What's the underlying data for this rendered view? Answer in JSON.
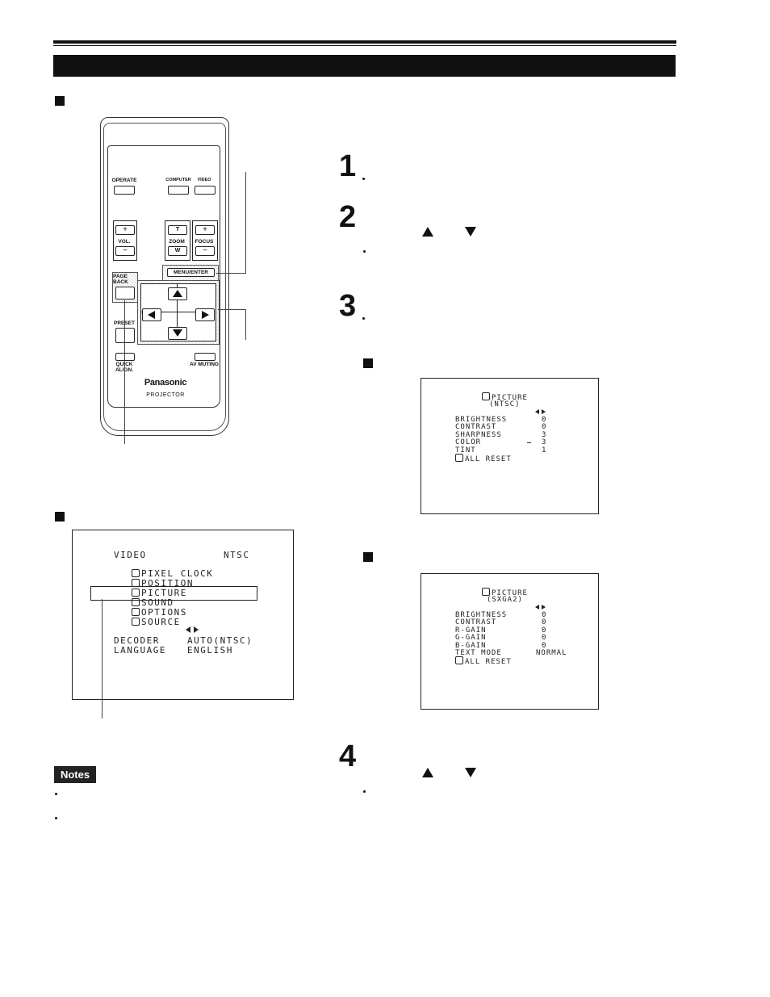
{
  "remote": {
    "operate": "OPERATE",
    "computer": "COMPUTER",
    "video": "VIDEO",
    "vol": "VOL.",
    "zoom": "ZOOM",
    "focus": "FOCUS",
    "plus": "+",
    "minus": "−",
    "zoom_t": "T",
    "zoom_w": "W",
    "menu_enter": "MENU/ENTER",
    "page_back": "PAGE BACK",
    "preset": "PRESET",
    "quick_align": "QUICK ALIGN.",
    "av_muting": "AV MUTING",
    "brand": "Panasonic",
    "model": "PROJECTOR"
  },
  "steps": [
    "1",
    "2",
    "3",
    "4"
  ],
  "main_menu": {
    "source": "VIDEO",
    "signal": "NTSC",
    "items": [
      "PIXEL CLOCK",
      "POSITION",
      "PICTURE",
      "SOUND",
      "OPTIONS",
      "SOURCE"
    ],
    "decoder_label": "DECODER",
    "decoder_value": "AUTO(NTSC)",
    "language_label": "LANGUAGE",
    "language_value": "ENGLISH"
  },
  "picture_ntsc": {
    "title": "PICTURE",
    "subtitle": "(NTSC)",
    "rows": [
      {
        "label": "BRIGHTNESS",
        "value": "0"
      },
      {
        "label": "CONTRAST",
        "value": "0"
      },
      {
        "label": "SHARPNESS",
        "value": "3"
      },
      {
        "label": "COLOR",
        "value": "3"
      },
      {
        "label": "TINT",
        "value": "1"
      }
    ],
    "reset": "ALL RESET"
  },
  "picture_sxga": {
    "title": "PICTURE",
    "subtitle": "(SXGA2)",
    "rows": [
      {
        "label": "BRIGHTNESS",
        "value": "0"
      },
      {
        "label": "CONTRAST",
        "value": "0"
      },
      {
        "label": "R-GAIN",
        "value": "0"
      },
      {
        "label": "G-GAIN",
        "value": "0"
      },
      {
        "label": "B-GAIN",
        "value": "0"
      },
      {
        "label": "TEXT MODE",
        "value": "NORMAL"
      }
    ],
    "reset": "ALL RESET"
  },
  "notes": {
    "label": "Notes"
  }
}
